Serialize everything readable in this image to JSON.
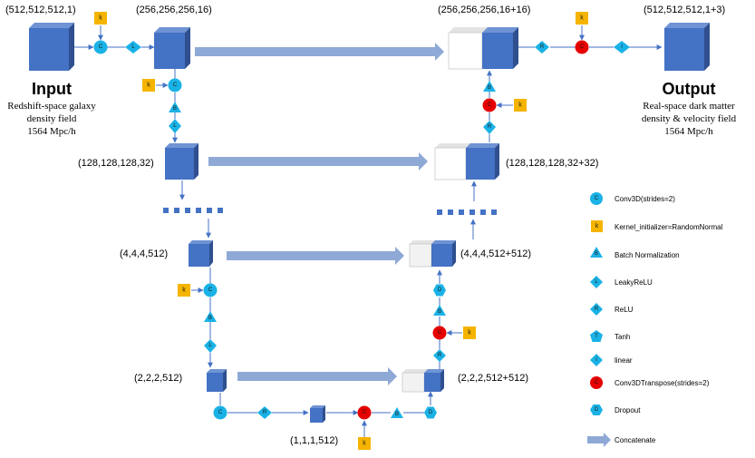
{
  "layers": {
    "in_shape": "(512,512,512,1)",
    "l1_shape": "(256,256,256,16)",
    "r1_shape": "(256,256,256,16+16)",
    "out_shape": "(512,512,512,1+3)",
    "l2_shape": "(128,128,128,32)",
    "r2_shape": "(128,128,128,32+32)",
    "l3_shape": "(4,4,4,512)",
    "r3_shape": "(4,4,4,512+512)",
    "l4_shape": "(2,2,2,512)",
    "r4_shape": "(2,2,2,512+512)",
    "bottom_shape": "(1,1,1,512)"
  },
  "input": {
    "title": "Input",
    "desc": [
      "Redshift-space galaxy",
      "density field",
      "1564 Mpc/h"
    ]
  },
  "output": {
    "title": "Output",
    "desc": [
      "Real-space dark matter",
      "density & velocity field",
      "1564 Mpc/h"
    ]
  },
  "symbols": {
    "conv": "C",
    "kernel": "k",
    "batchnorm": "B",
    "leaky": "L",
    "relu": "R",
    "tanh": "T",
    "linear": "l",
    "convT": "C",
    "dropout": "D"
  },
  "legend": [
    {
      "symbol": "C",
      "shape": "circle",
      "color": "#1ab2e6",
      "label": "Conv3D(strides=2)"
    },
    {
      "symbol": "k",
      "shape": "square",
      "color": "#f5b400",
      "label": "Kernel_initializer=RandomNormal"
    },
    {
      "symbol": "B",
      "shape": "triangle",
      "color": "#1ab2e6",
      "label": "Batch Normalization"
    },
    {
      "symbol": "L",
      "shape": "diamond",
      "color": "#1ab2e6",
      "label": "LeakyReLU"
    },
    {
      "symbol": "R",
      "shape": "diamond",
      "color": "#1ab2e6",
      "label": "ReLU"
    },
    {
      "symbol": "T",
      "shape": "pentagon",
      "color": "#1ab2e6",
      "label": "Tanh"
    },
    {
      "symbol": "l",
      "shape": "diamond",
      "color": "#1ab2e6",
      "label": "linear"
    },
    {
      "symbol": "C",
      "shape": "circle",
      "color": "#e60000",
      "label": "Conv3DTranspose(strides=2)"
    },
    {
      "symbol": "D",
      "shape": "hexagon",
      "color": "#1ab2e6",
      "label": "Dropout"
    },
    {
      "symbol": "",
      "shape": "arrow",
      "color": "#8fa9d6",
      "label": "Concatenate"
    }
  ],
  "colors": {
    "node": "#1ab2e6",
    "convT": "#e60000",
    "kernel": "#f5b400",
    "cube": "#4472c4",
    "concat": "#8fa9d6"
  }
}
